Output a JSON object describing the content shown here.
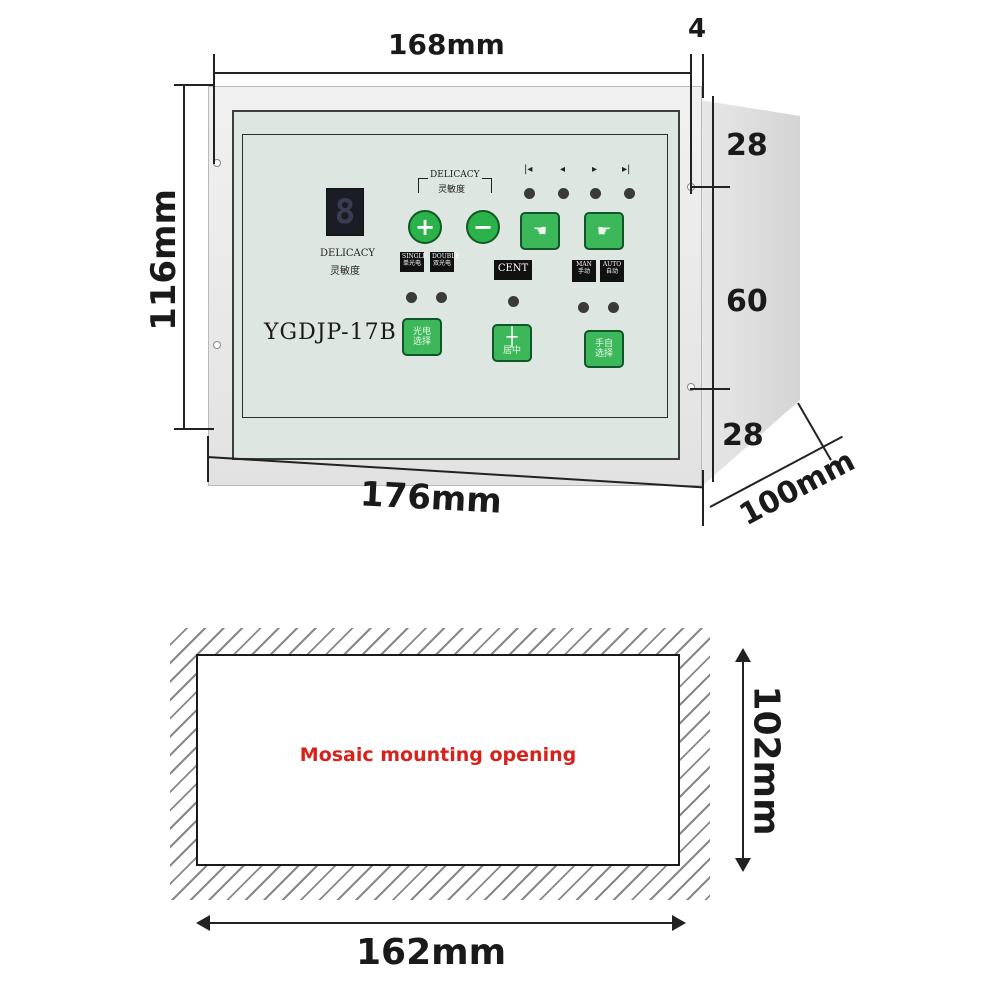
{
  "dimensions": {
    "top_width": "168mm",
    "top_offset": "4",
    "height": "116mm",
    "bottom_width": "176mm",
    "right_top": "28",
    "right_mid": "60",
    "right_bottom": "28",
    "depth": "100mm",
    "opening_height": "102mm",
    "opening_width": "162mm"
  },
  "panel": {
    "display_digit": "8",
    "delicacy_label": "DELICACY",
    "delicacy_cn": "灵敏度",
    "delicacy_group_label": "DELICACY",
    "delicacy_group_cn": "灵敏度",
    "model": "YGDJP-17B",
    "arrows": [
      "|◂",
      "◂",
      "▸",
      "▸|"
    ],
    "plus_symbol": "+",
    "minus_symbol": "−",
    "single_label": "SINGLE",
    "single_cn": "单光电",
    "double_label": "DOUBLE",
    "double_cn": "双光电",
    "cent_label": "CENT",
    "man_label": "MAN",
    "man_cn": "手动",
    "auto_label": "AUTO",
    "auto_cn": "自动",
    "sensor_select_cn": "光电选择",
    "center_cn": "居中",
    "mode_select_cn": "手自选择"
  },
  "opening": {
    "label": "Mosaic mounting opening"
  },
  "colors": {
    "button_green": "#2bb24a",
    "opening_label": "#d9211c"
  }
}
